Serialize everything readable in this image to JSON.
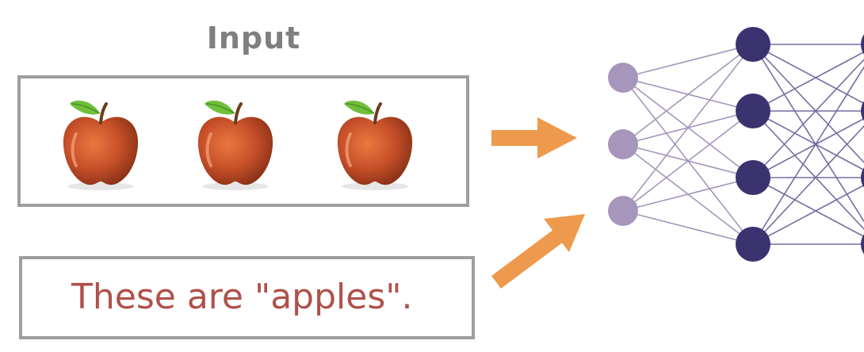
{
  "input": {
    "title": "Input",
    "images": [
      {
        "icon": "apple-icon"
      },
      {
        "icon": "apple-icon"
      },
      {
        "icon": "apple-icon"
      }
    ],
    "caption": "These are \"apples\"."
  },
  "colors": {
    "arrow": "#ee9a4d",
    "box_border": "#9e9e9e",
    "title": "#7f7f7f",
    "caption": "#b0504a",
    "input_node": "#a696bb",
    "hidden_node": "#3b3270",
    "edge": "#7a6aa3"
  },
  "network": {
    "layers": [
      3,
      4,
      4
    ]
  }
}
